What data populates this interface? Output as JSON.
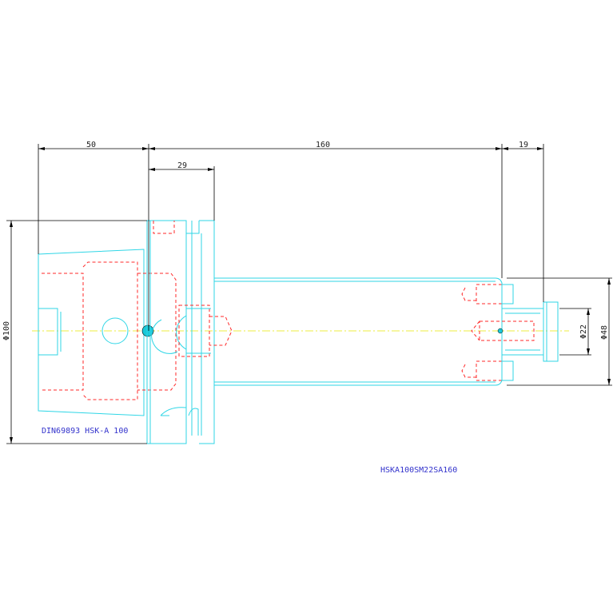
{
  "dimensions": {
    "d50": "50",
    "d160": "160",
    "d19": "19",
    "d29": "29",
    "dia100": "Φ100",
    "dia48": "Φ48",
    "dia22": "Φ22"
  },
  "labels": {
    "standard": "DIN69893 HSK-A 100",
    "part_number": "HSKA100SM22SA160"
  },
  "colors": {
    "outline": "#2fd6e6",
    "hidden": "#ff2a2a",
    "dimension": "#000000",
    "centerline": "#e6e600",
    "label": "#3333cc"
  }
}
